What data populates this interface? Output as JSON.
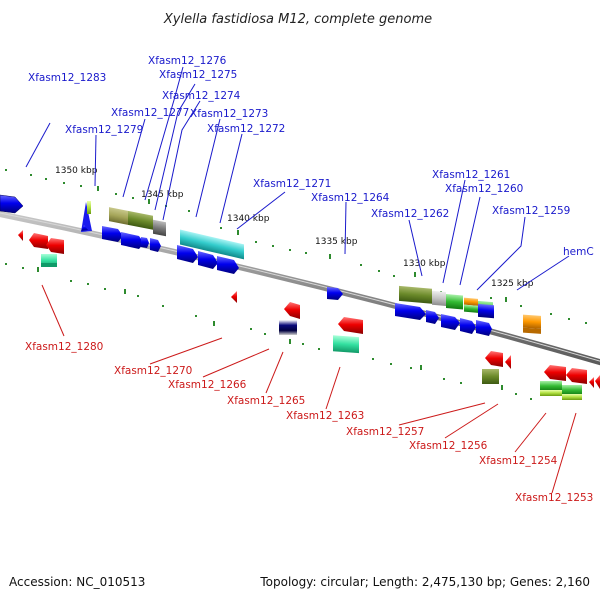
{
  "title": "Xylella fastidiosa M12, complete genome",
  "footer": {
    "accession": "Accession: NC_010513",
    "summary": "Topology: circular; Length: 2,475,130 bp; Genes: 2,160"
  },
  "kbp_labels": [
    "1350 kbp",
    "1345 kbp",
    "1340 kbp",
    "1335 kbp",
    "1330 kbp",
    "1325 kbp"
  ],
  "labels_top": [
    "Xfasm12_1283",
    "Xfasm12_1276",
    "Xfasm12_1275",
    "Xfasm12_1274",
    "Xfasm12_1277",
    "Xfasm12_1273",
    "Xfasm12_1279",
    "Xfasm12_1272",
    "Xfasm12_1271",
    "Xfasm12_1264",
    "Xfasm12_1261",
    "Xfasm12_1260",
    "Xfasm12_1262",
    "Xfasm12_1259",
    "hemC"
  ],
  "labels_bottom": [
    "Xfasm12_1280",
    "Xfasm12_1270",
    "Xfasm12_1266",
    "Xfasm12_1265",
    "Xfasm12_1263",
    "Xfasm12_1257",
    "Xfasm12_1256",
    "Xfasm12_1254",
    "Xfasm12_1253"
  ],
  "colors": {
    "blue_label": "#1a1acc",
    "red_label": "#cc1a1a",
    "forward_gene": "#0000ee",
    "reverse_gene": "#ee0000",
    "tick": "#2e8b2e",
    "backbone": "#888888"
  }
}
